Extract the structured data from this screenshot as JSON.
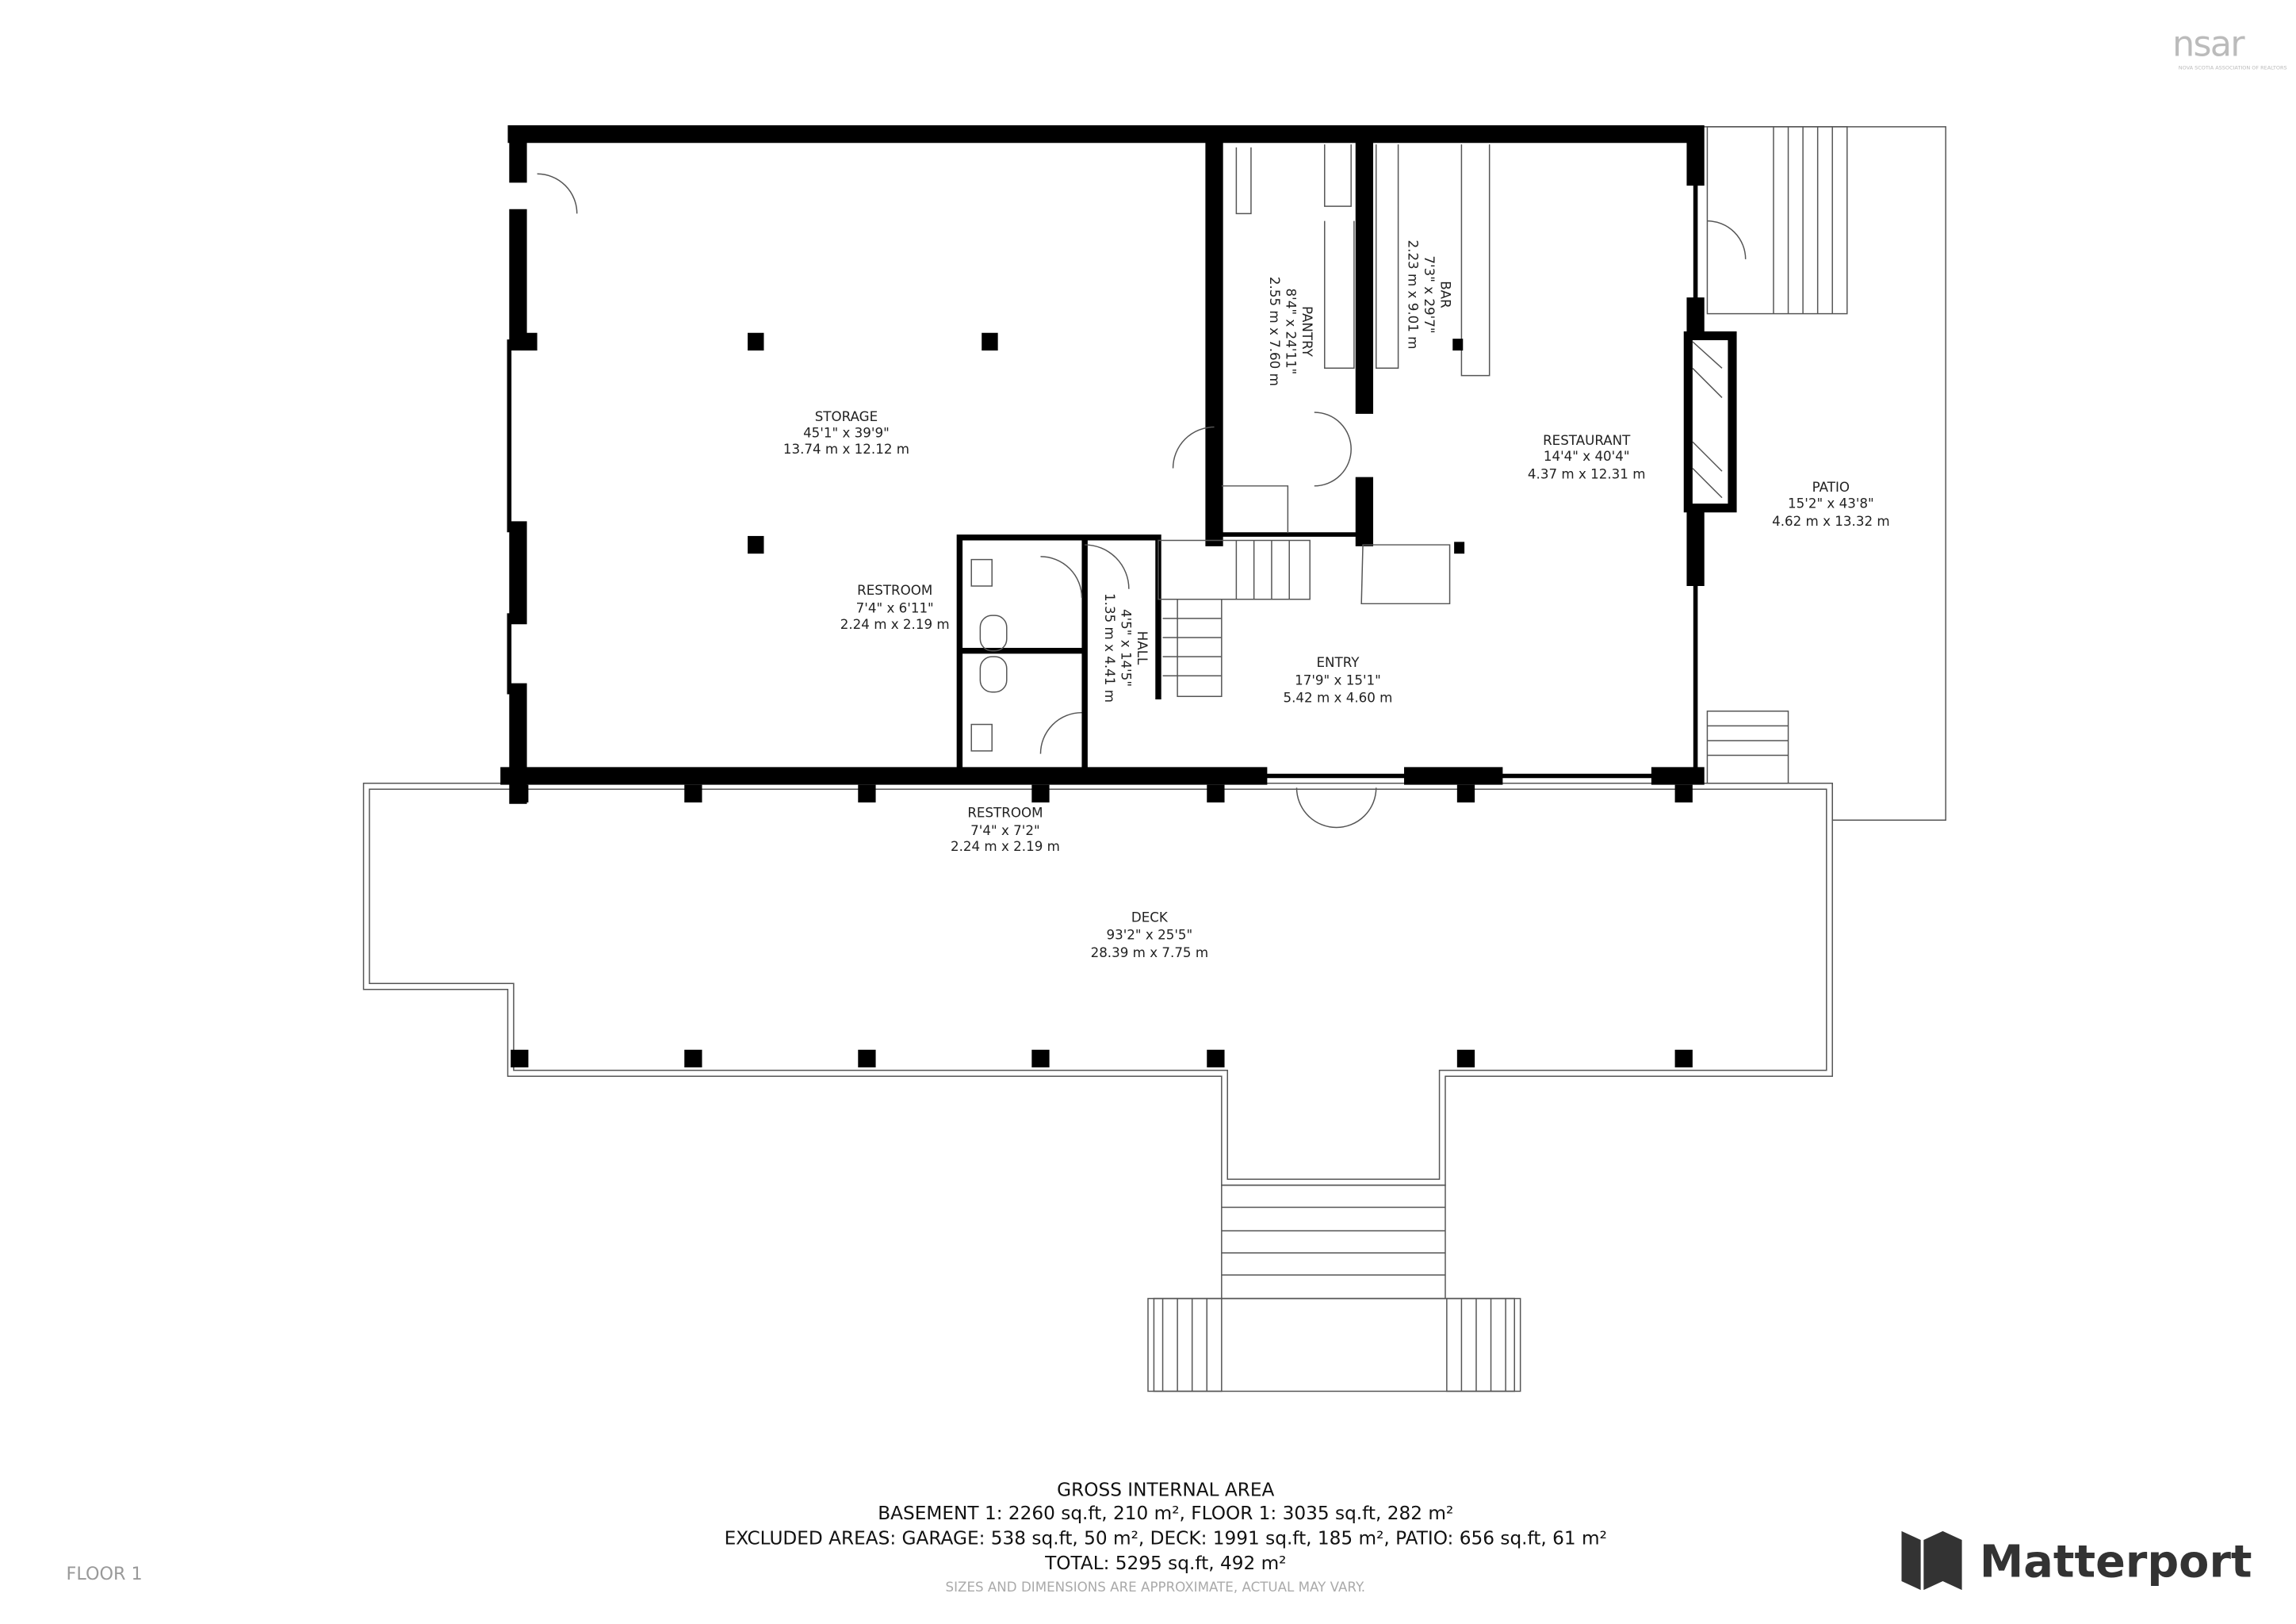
{
  "floor_label": "FLOOR 1",
  "logo_top": {
    "text": "nsar",
    "subtitle": "NOVA SCOTIA ASSOCIATION OF REALTORS"
  },
  "logo_bottom": {
    "text": "Matterport"
  },
  "rooms": {
    "storage": {
      "name": "STORAGE",
      "imperial": "45'1\" x 39'9\"",
      "metric": "13.74 m x 12.12 m"
    },
    "pantry": {
      "name": "PANTRY",
      "imperial": "8'4\" x 24'11\"",
      "metric": "2.55 m x 7.60 m"
    },
    "bar": {
      "name": "BAR",
      "imperial": "7'3\" x 29'7\"",
      "metric": "2.23 m x 9.01 m"
    },
    "restaurant": {
      "name": "RESTAURANT",
      "imperial": "14'4\" x 40'4\"",
      "metric": "4.37 m x 12.31 m"
    },
    "patio": {
      "name": "PATIO",
      "imperial": "15'2\" x 43'8\"",
      "metric": "4.62 m x 13.32 m"
    },
    "restroom1": {
      "name": "RESTROOM",
      "imperial": "7'4\" x 6'11\"",
      "metric": "2.24 m x 2.19 m"
    },
    "hall": {
      "name": "HALL",
      "imperial": "4'5\" x 14'5\"",
      "metric": "1.35 m x 4.41 m"
    },
    "entry": {
      "name": "ENTRY",
      "imperial": "17'9\" x 15'1\"",
      "metric": "5.42 m x 4.60 m"
    },
    "restroom2": {
      "name": "RESTROOM",
      "imperial": "7'4\" x 7'2\"",
      "metric": "2.24 m x 2.19 m"
    },
    "deck": {
      "name": "DECK",
      "imperial": "93'2\" x 25'5\"",
      "metric": "28.39 m x 7.75 m"
    }
  },
  "summary": {
    "title": "GROSS INTERNAL AREA",
    "line1": "BASEMENT 1: 2260 sq.ft, 210 m², FLOOR 1: 3035 sq.ft, 282 m²",
    "line2": "EXCLUDED AREAS: GARAGE: 538 sq.ft, 50 m², DECK: 1991 sq.ft, 185 m², PATIO: 656 sq.ft, 61 m²",
    "line3": "TOTAL: 5295 sq.ft, 492 m²",
    "disclaimer": "SIZES AND DIMENSIONS ARE APPROXIMATE, ACTUAL MAY VARY."
  }
}
